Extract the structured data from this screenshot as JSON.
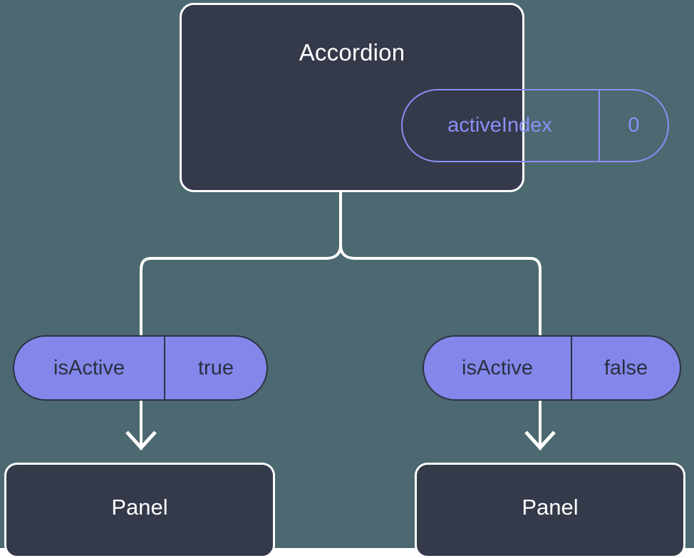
{
  "diagram": {
    "title_semantic": "react-accordion-state-flow",
    "background_color": "#4c6870",
    "card_color": "#343a4a",
    "accent_color": "#8387ea",
    "outline_accent_color": "#8b8ef5",
    "line_color": "#ffffff"
  },
  "root": {
    "label": "Accordion",
    "state": {
      "key": "activeIndex",
      "value": "0"
    }
  },
  "branches": [
    {
      "prop": {
        "key": "isActive",
        "value": "true"
      },
      "child": {
        "label": "Panel"
      }
    },
    {
      "prop": {
        "key": "isActive",
        "value": "false"
      },
      "child": {
        "label": "Panel"
      }
    }
  ]
}
